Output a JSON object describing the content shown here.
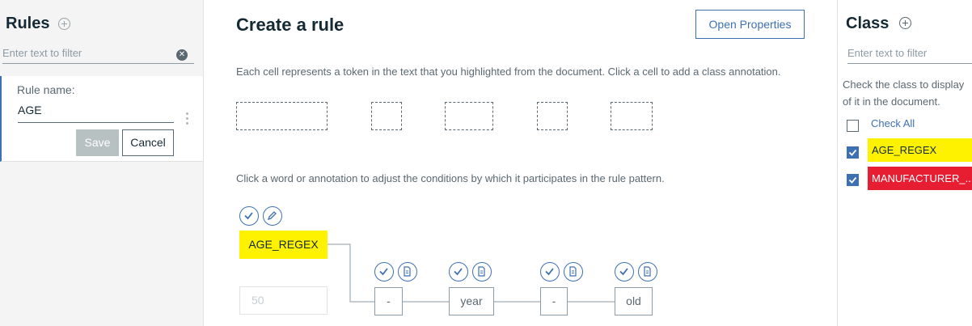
{
  "rules_panel": {
    "title": "Rules",
    "filter_placeholder": "Enter text to filter",
    "rule_card": {
      "name_label": "Rule name:",
      "name_value": "AGE",
      "save_label": "Save",
      "cancel_label": "Cancel"
    }
  },
  "main": {
    "title": "Create a rule",
    "open_properties_label": "Open Properties",
    "tokens_instruction": "Each cell represents a token in the text that you highlighted from the document. Click a cell to add a class annotation.",
    "pattern_instruction": "Click a word or annotation to adjust the conditions by which it participates in the rule pattern.",
    "annotation_label": "AGE_REGEX",
    "number_placeholder": "50",
    "words": [
      "-",
      "year",
      "-",
      "old"
    ]
  },
  "class_panel": {
    "title": "Class",
    "filter_placeholder": "Enter text to filter",
    "help_text_line1": "Check the class to display",
    "help_text_line2": "of it in the document.",
    "check_all_label": "Check All",
    "classes": [
      {
        "label": "AGE_REGEX",
        "checked": true,
        "color": "#fff200"
      },
      {
        "label": "MANUFACTURER_...",
        "checked": true,
        "color": "#e71d32"
      }
    ]
  },
  "colors": {
    "accent": "#3d70b2",
    "age_highlight": "#fff200",
    "manufacturer_highlight": "#e71d32"
  }
}
